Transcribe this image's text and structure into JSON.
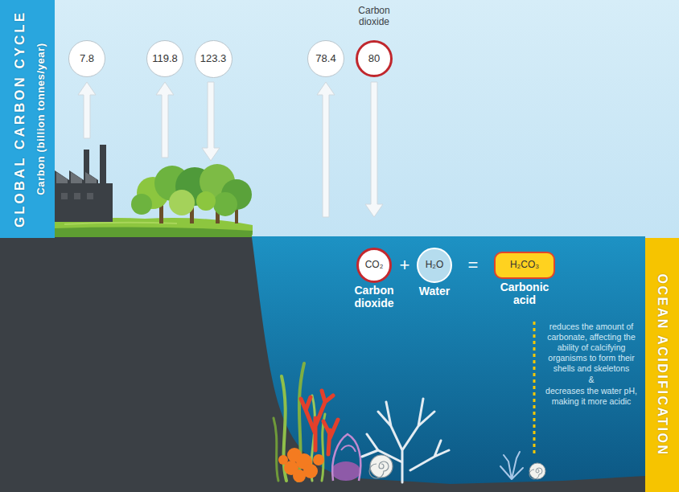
{
  "diagram": {
    "nodes": [
      {
        "text": [
          "GLOBAL CARBON CYCLE",
          "Carbon (billion tonnes/year)"
        ]
      },
      {
        "text": [
          "7.8"
        ]
      },
      {
        "text": [
          "119.8"
        ]
      },
      {
        "text": [
          "123.3"
        ]
      },
      {
        "text": [
          "78.4"
        ]
      },
      {
        "text": [
          "80"
        ]
      },
      {
        "text": [
          "OCEAN ACIDIFICATION"
        ]
      },
      {
        "text": [
          "CO₂",
          "Carbon dioxide"
        ]
      },
      {
        "text": [
          "H₂O",
          "Water"
        ]
      },
      {
        "text": [
          "H₂CO₃",
          "Carbonic acid"
        ]
      }
    ],
    "labels": [
      "Carbon dioxide",
      "+",
      "=",
      "reduces the amount of carbonate, affecting the ability of calcifying organisms to form their shells and skeletons",
      "&",
      "decreases the water pH, making it more acidic"
    ]
  }
}
